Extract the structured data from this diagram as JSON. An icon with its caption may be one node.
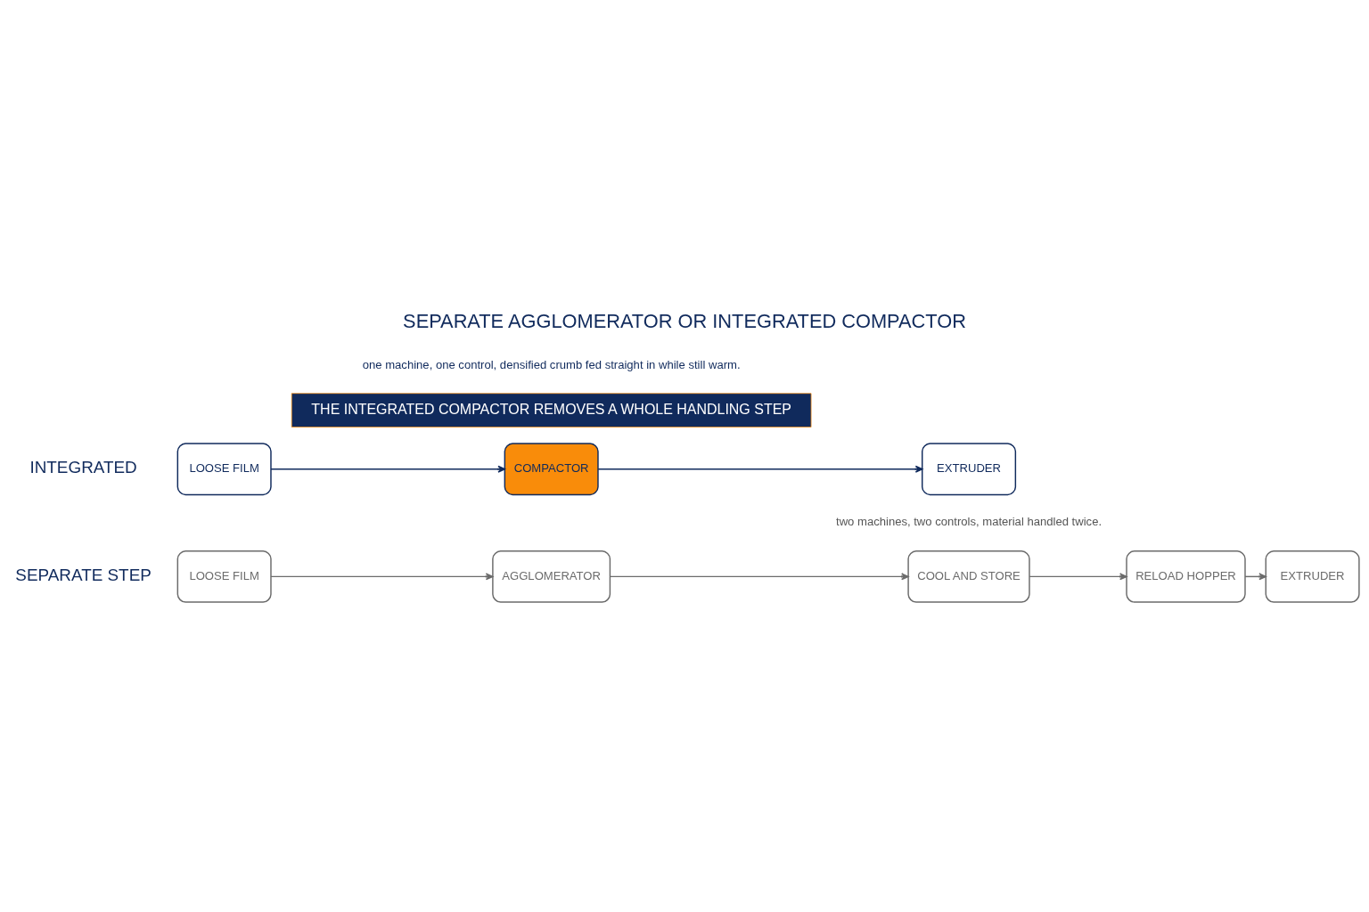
{
  "diagram": {
    "title": "SEPARATE AGGLOMERATOR OR INTEGRATED COMPACTOR",
    "caption": "THE INTEGRATED COMPACTOR REMOVES A WHOLE HANDLING STEP",
    "nodes": [
      {
        "text": [
          "LOOSE FILM"
        ]
      },
      {
        "text": [
          "AGGLOMERATOR"
        ]
      },
      {
        "text": [
          "COOL AND STORE"
        ]
      },
      {
        "text": [
          "RELOAD HOPPER"
        ]
      },
      {
        "text": [
          "EXTRUDER"
        ]
      },
      {
        "text": [
          "LOOSE FILM"
        ]
      },
      {
        "text": [
          "COMPACTOR"
        ]
      },
      {
        "text": [
          "EXTRUDER"
        ]
      }
    ],
    "edges": [
      {
        "from": 0,
        "to": 1,
        "arrow": "to"
      },
      {
        "from": 1,
        "to": 2,
        "arrow": "to"
      },
      {
        "from": 2,
        "to": 3,
        "arrow": "to"
      },
      {
        "from": 3,
        "to": 4,
        "arrow": "to"
      },
      {
        "from": 5,
        "to": 6,
        "arrow": "to",
        "color": "#102a5c"
      },
      {
        "from": 6,
        "to": 7,
        "arrow": "to",
        "color": "#102a5c"
      }
    ],
    "labels": [
      "SEPARATE STEP",
      "two machines, two controls, material handled twice.",
      "INTEGRATED",
      "one machine, one control, densified crumb fed straight in while still warm."
    ]
  }
}
